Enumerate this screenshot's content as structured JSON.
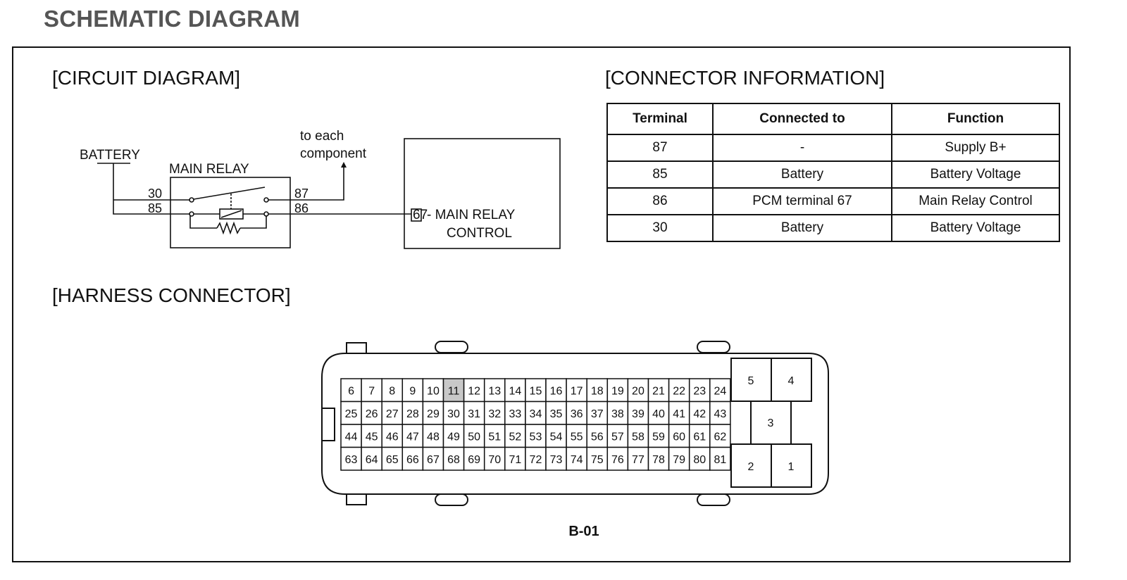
{
  "title": "SCHEMATIC DIAGRAM",
  "sections": {
    "circuit": "[CIRCUIT DIAGRAM]",
    "connector_info": "[CONNECTOR INFORMATION]",
    "harness": "[HARNESS CONNECTOR]"
  },
  "circuit": {
    "battery_label": "BATTERY",
    "relay_label": "MAIN RELAY",
    "to_each_line1": "to each",
    "to_each_line2": "component",
    "terminal_30": "30",
    "terminal_85": "85",
    "terminal_87": "87",
    "terminal_86": "86",
    "pcm_terminal": "67",
    "pcm_label_line1": " - MAIN RELAY",
    "pcm_label_line2": "CONTROL"
  },
  "connector_table": {
    "headers": [
      "Terminal",
      "Connected to",
      "Function"
    ],
    "rows": [
      [
        "87",
        "-",
        "Supply B+"
      ],
      [
        "85",
        "Battery",
        "Battery Voltage"
      ],
      [
        "86",
        "PCM terminal 67",
        "Main Relay Control"
      ],
      [
        "30",
        "Battery",
        "Battery Voltage"
      ]
    ]
  },
  "harness": {
    "highlighted_pin": "11",
    "grid_rows": [
      [
        "6",
        "7",
        "8",
        "9",
        "10",
        "11",
        "12",
        "13",
        "14",
        "15",
        "16",
        "17",
        "18",
        "19",
        "20",
        "21",
        "22",
        "23",
        "24"
      ],
      [
        "25",
        "26",
        "27",
        "28",
        "29",
        "30",
        "31",
        "32",
        "33",
        "34",
        "35",
        "36",
        "37",
        "38",
        "39",
        "40",
        "41",
        "42",
        "43"
      ],
      [
        "44",
        "45",
        "46",
        "47",
        "48",
        "49",
        "50",
        "51",
        "52",
        "53",
        "54",
        "55",
        "56",
        "57",
        "58",
        "59",
        "60",
        "61",
        "62"
      ],
      [
        "63",
        "64",
        "65",
        "66",
        "67",
        "68",
        "69",
        "70",
        "71",
        "72",
        "73",
        "74",
        "75",
        "76",
        "77",
        "78",
        "79",
        "80",
        "81"
      ]
    ],
    "large_pins": [
      "5",
      "4",
      "3",
      "2",
      "1"
    ],
    "connector_id": "B-01",
    "highlight_color": "#c8c8c8"
  }
}
